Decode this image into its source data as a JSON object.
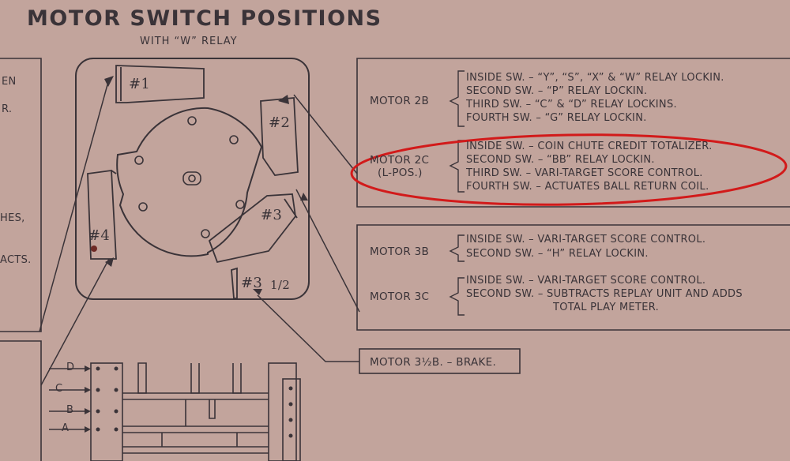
{
  "title": "MOTOR SWITCH POSITIONS",
  "subtitle": "WITH “W” RELAY",
  "left_fragments": [
    "EN",
    "R.",
    "HES,",
    "ACTS."
  ],
  "switch_labels": {
    "s1": "#1",
    "s2": "#2",
    "s3": "#3",
    "s4": "#4",
    "s3half": "#3",
    "s3half_suffix": "1/2"
  },
  "motor_2b": {
    "label": "MOTOR 2B",
    "lines": [
      "INSIDE SW. – “Y”, “S”, “X” & “W” RELAY LOCKIN.",
      "SECOND SW. – “P” RELAY LOCKIN.",
      "THIRD SW. – “C” & “D” RELAY LOCKINS.",
      "FOURTH SW. – “G” RELAY LOCKIN."
    ]
  },
  "motor_2c": {
    "label": "MOTOR 2C",
    "sublabel": "(L-POS.)",
    "lines": [
      "INSIDE SW. – COIN CHUTE CREDIT TOTALIZER.",
      "SECOND SW. – “BB” RELAY LOCKIN.",
      "THIRD SW. – VARI-TARGET SCORE CONTROL.",
      "FOURTH SW. – ACTUATES BALL RETURN COIL."
    ]
  },
  "motor_3b": {
    "label": "MOTOR 3B",
    "lines": [
      "INSIDE SW. – VARI-TARGET SCORE CONTROL.",
      "SECOND SW. – “H” RELAY LOCKIN."
    ]
  },
  "motor_3c": {
    "label": "MOTOR 3C",
    "lines": [
      "INSIDE SW. – VARI-TARGET SCORE CONTROL.",
      "SECOND SW. – SUBTRACTS REPLAY UNIT AND ADDS",
      "TOTAL PLAY METER."
    ]
  },
  "motor_brake": "MOTOR 3½B. – BRAKE.",
  "stack_labels": [
    "D",
    "C",
    "B",
    "A"
  ],
  "colors": {
    "paper": "#c2a49c",
    "ink": "#3a3338",
    "highlight": "#d21a1a"
  }
}
